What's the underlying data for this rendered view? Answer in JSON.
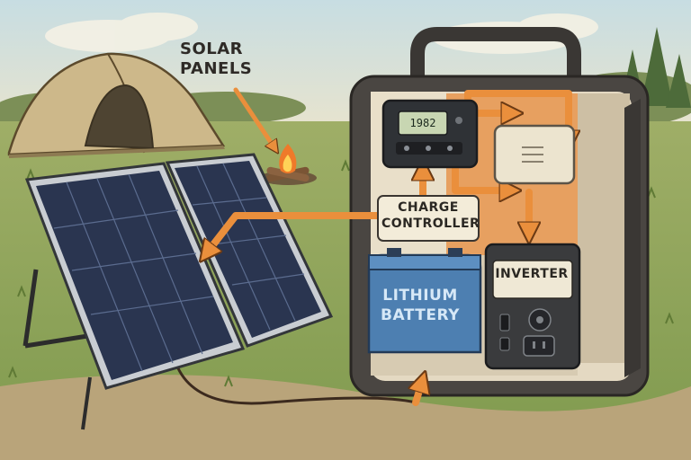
{
  "labels": {
    "solar_line1": "SOLAR",
    "solar_line2": "PANELS",
    "charge_line1": "CHARGE",
    "charge_line2": "CONTROLLER",
    "inverter": "INVERTER",
    "battery_line1": "LITHIUM",
    "battery_line2": "BATTERY",
    "controller_display": "1982"
  },
  "colors": {
    "sky": "#cfe3e6",
    "grass": "#8fa35a",
    "ground": "#b9a47a",
    "station_body": "#4a4642",
    "station_interior": "#e7a060",
    "battery": "#4d7fb1",
    "arrow": "#ea8f3c",
    "panel_cell": "#2a3550",
    "panel_frame": "#c9cdd2",
    "tent": "#cdb88a",
    "fire": "#ef7a2a"
  },
  "icons": [
    "tent-icon",
    "campfire-icon",
    "solar-panel-icon",
    "portable-power-station-icon",
    "charge-controller-icon",
    "lithium-battery-icon",
    "inverter-icon",
    "ac-outlet-icon",
    "usb-port-icon",
    "arrow-icon"
  ]
}
